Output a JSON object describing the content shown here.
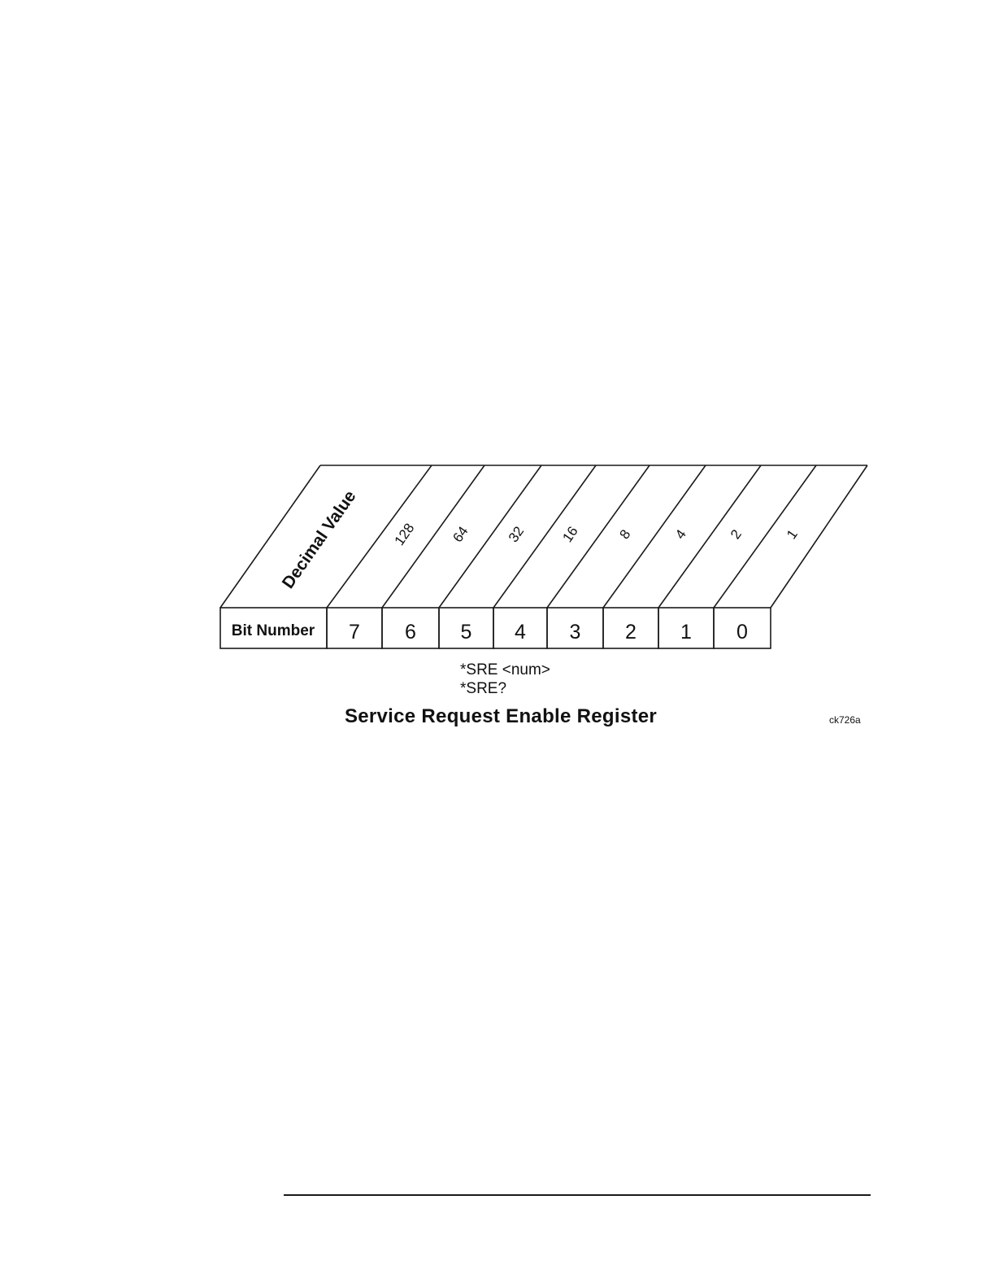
{
  "diagram": {
    "decimal_value_title": "Decimal Value",
    "bit_number_label": "Bit Number",
    "bits": [
      {
        "bit": "7",
        "decimal": "128"
      },
      {
        "bit": "6",
        "decimal": "64"
      },
      {
        "bit": "5",
        "decimal": "32"
      },
      {
        "bit": "4",
        "decimal": "16"
      },
      {
        "bit": "3",
        "decimal": "8"
      },
      {
        "bit": "2",
        "decimal": "4"
      },
      {
        "bit": "1",
        "decimal": "2"
      },
      {
        "bit": "0",
        "decimal": "1"
      }
    ],
    "commands": [
      "*SRE <num>",
      "*SRE?"
    ],
    "register_title": "Service Request Enable Register",
    "figure_id": "ck726a"
  }
}
